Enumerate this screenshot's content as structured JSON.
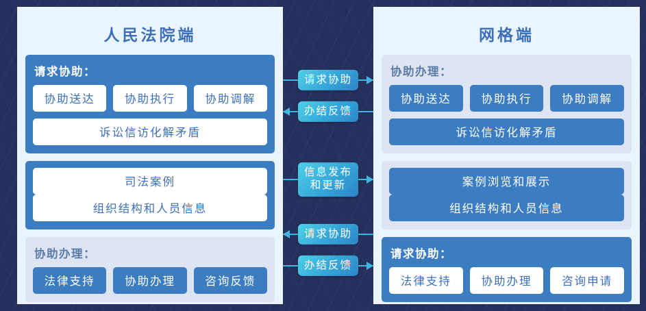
{
  "background": {
    "color": "#25305c",
    "texture": "binary-digits-watermark"
  },
  "theme": {
    "panel_bg": "#eaf4fc",
    "accent_blue": "#3c7cc0",
    "title_blue": "#3d6fb8",
    "tint_bg": "#dde5f2",
    "connector_cyan": "#3fb6e0"
  },
  "left_panel": {
    "title": "人民法院端",
    "sections": [
      {
        "style": "filled",
        "label": "请求协助：",
        "chips": [
          "协助送达",
          "协助执行",
          "协助调解"
        ],
        "wide_chips": [
          "诉讼信访化解矛盾"
        ]
      },
      {
        "style": "filled",
        "label": "",
        "chips": [],
        "wide_chips": [
          "司法案例",
          "组织结构和人员信息"
        ]
      },
      {
        "style": "tint",
        "label": "协助办理：",
        "chips": [
          "法律支持",
          "协助办理",
          "咨询反馈"
        ],
        "wide_chips": []
      }
    ]
  },
  "right_panel": {
    "title": "网格端",
    "sections": [
      {
        "style": "tint",
        "label": "协助办理：",
        "chips": [
          "协助送达",
          "协助执行",
          "协助调解"
        ],
        "wide_chips": [
          "诉讼信访化解矛盾"
        ]
      },
      {
        "style": "tint",
        "label": "",
        "chips": [],
        "wide_chips": [
          "案例浏览和展示",
          "组织结构和人员信息"
        ]
      },
      {
        "style": "filled",
        "label": "请求协助：",
        "chips": [
          "法律支持",
          "协助办理",
          "咨询申请"
        ],
        "wide_chips": []
      }
    ]
  },
  "connectors": [
    {
      "line1": "请求协助",
      "line2": "",
      "direction": "right"
    },
    {
      "line1": "办结反馈",
      "line2": "",
      "direction": "left"
    },
    {
      "line1": "信息发布",
      "line2": "和更新",
      "direction": "right"
    },
    {
      "line1": "请求协助",
      "line2": "",
      "direction": "left"
    },
    {
      "line1": "办结反馈",
      "line2": "",
      "direction": "right"
    }
  ]
}
